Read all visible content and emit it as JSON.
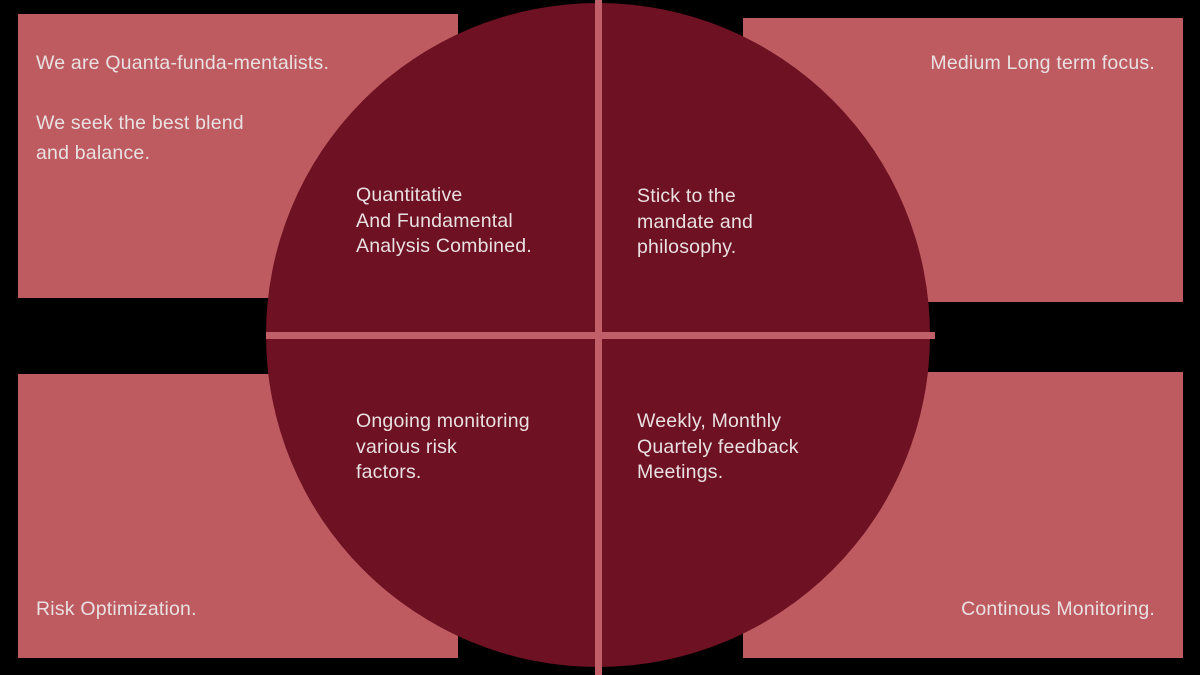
{
  "canvas": {
    "background_color": "#000000",
    "circle_color": "#6e1122",
    "panel_color": "#be5b61",
    "divider_color": "#c05f67",
    "text_color": "#e9e0e1"
  },
  "panels": [
    {
      "id": "top-left",
      "caption": "We are Quanta-funda-mentalists.\n\nWe seek the  best blend\nand balance."
    },
    {
      "id": "top-right",
      "caption": "Medium Long term focus."
    },
    {
      "id": "bottom-left",
      "caption": "Risk Optimization."
    },
    {
      "id": "bottom-right",
      "caption": "Continous Monitoring."
    }
  ],
  "quadrants": [
    {
      "id": "upper-left",
      "label": "Quantitative\nAnd Fundamental\nAnalysis Combined."
    },
    {
      "id": "upper-right",
      "label": "Stick to the\nmandate and\nphilosophy."
    },
    {
      "id": "lower-left",
      "label": "Ongoing monitoring\nvarious risk\nfactors."
    },
    {
      "id": "lower-right",
      "label": "Weekly, Monthly\nQuartely feedback\nMeetings."
    }
  ]
}
